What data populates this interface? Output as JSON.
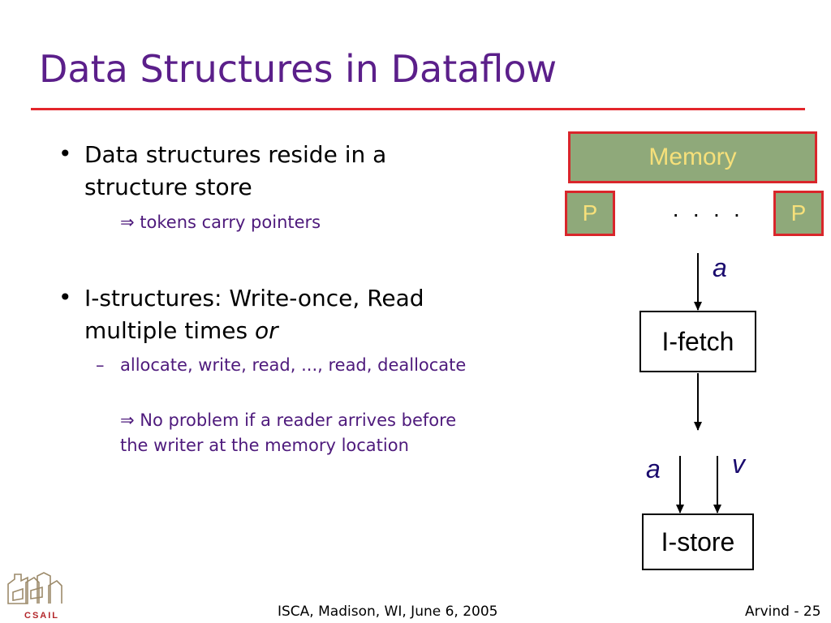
{
  "slide": {
    "title": "Data Structures in Dataflow",
    "bullets": [
      {
        "marker": "•",
        "lines": [
          "Data structures reside in a",
          "structure store"
        ],
        "sub": {
          "arrow": "⇒",
          "text": "tokens carry pointers"
        }
      },
      {
        "marker": "•",
        "line1": "I-structures: Write-once, Read",
        "line2_plain": "multiple times ",
        "line2_italic": "or",
        "dash_item": {
          "marker": "–",
          "text": "allocate, write, read, ..., read, deallocate"
        },
        "note": {
          "arrow": "⇒",
          "lines": [
            "No problem if a reader arrives before",
            "the writer at the memory location"
          ]
        }
      }
    ]
  },
  "diagram": {
    "memory_label": "Memory",
    "processor_labels": [
      "P",
      "P"
    ],
    "ellipsis": "· · · ·",
    "ifetch": {
      "label": "I-fetch",
      "input": "a"
    },
    "istore": {
      "label": "I-store",
      "inputs": [
        "a",
        "v"
      ]
    },
    "colors": {
      "box_fill": "#8fa97a",
      "box_border": "#d9262b",
      "box_text": "#f6e07a"
    }
  },
  "footer": {
    "center": "ISCA, Madison, WI, June 6, 2005",
    "right": "Arvind - 25",
    "logo_text": "CSAIL"
  },
  "colors": {
    "title": "#5b1f8a",
    "rule": "#e3262b",
    "sub_text": "#4e1a7c"
  }
}
